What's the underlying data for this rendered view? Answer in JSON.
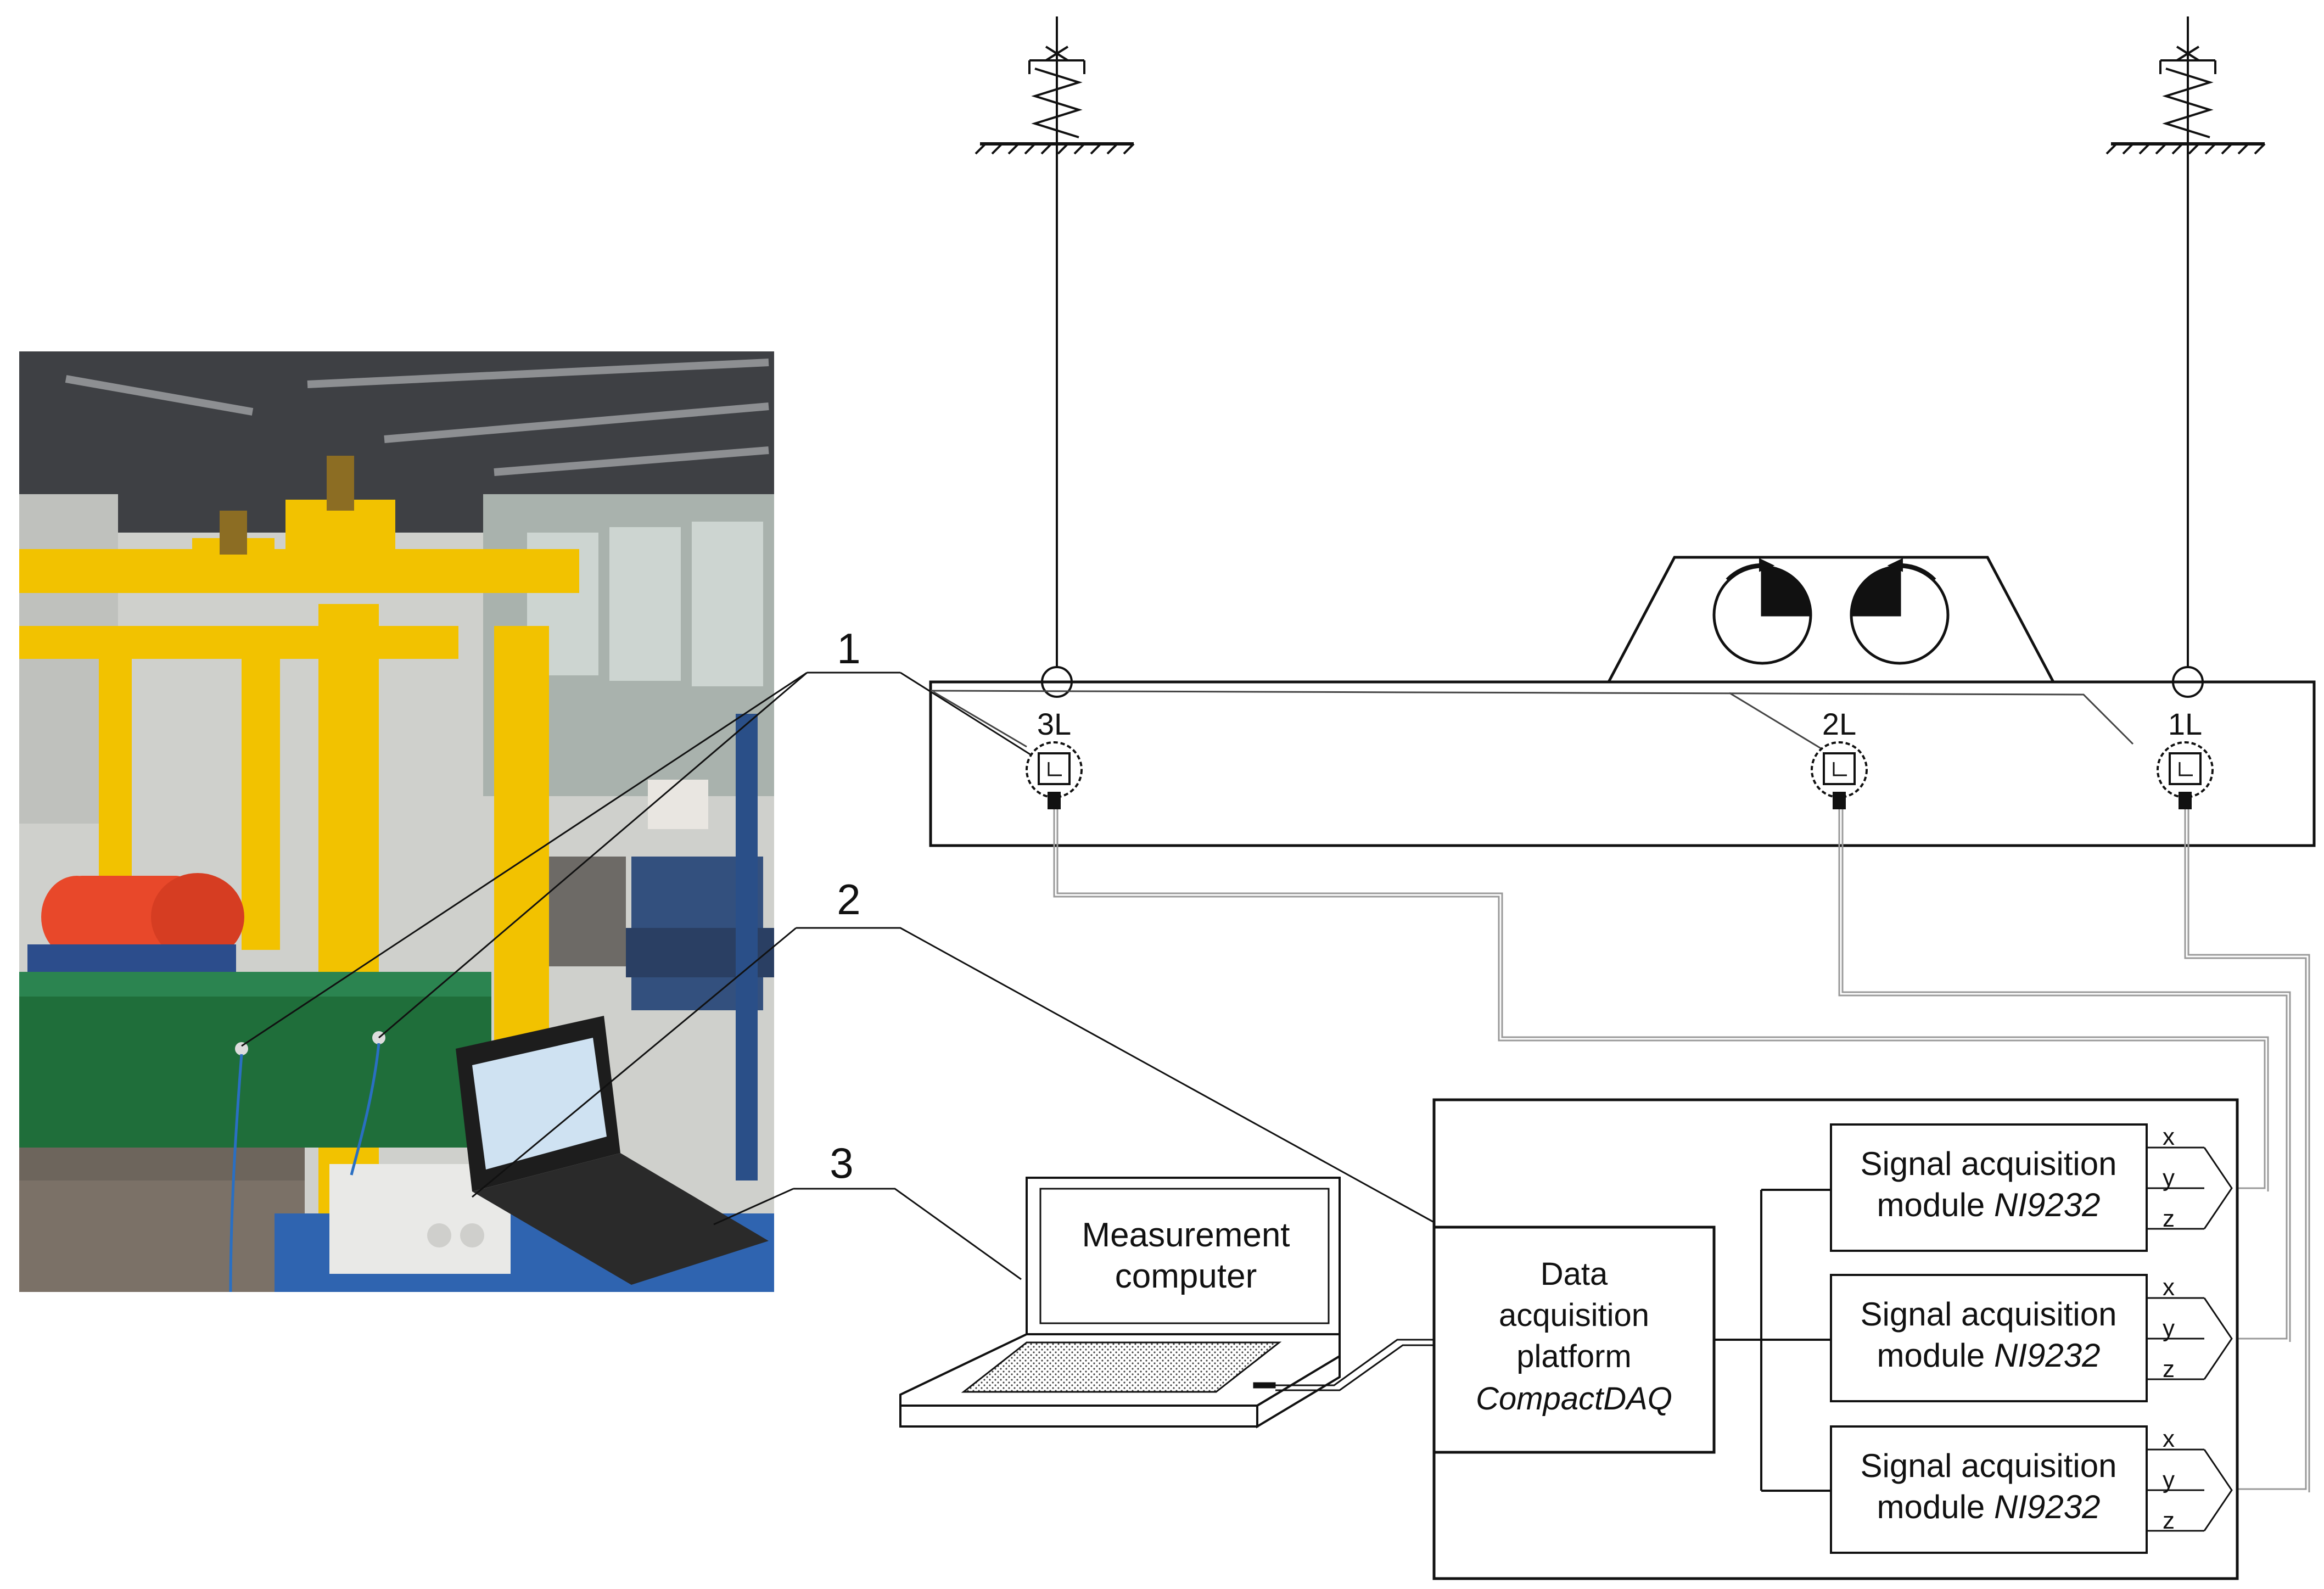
{
  "callouts": [
    "1",
    "2",
    "3"
  ],
  "sensors": [
    "3L",
    "2L",
    "1L"
  ],
  "computer": {
    "line1": "Measurement",
    "line2": "computer"
  },
  "platform": {
    "line1": "Data",
    "line2": "acquisition",
    "line3": "platform",
    "line4": "CompactDAQ"
  },
  "modules": [
    {
      "line1": "Signal acquisition",
      "line2_prefix": "module ",
      "line2_model": "NI9232",
      "axes": [
        "x",
        "y",
        "z"
      ]
    },
    {
      "line1": "Signal acquisition",
      "line2_prefix": "module ",
      "line2_model": "NI9232",
      "axes": [
        "x",
        "y",
        "z"
      ]
    },
    {
      "line1": "Signal acquisition",
      "line2_prefix": "module ",
      "line2_model": "NI9232",
      "axes": [
        "x",
        "y",
        "z"
      ]
    }
  ],
  "colors": {
    "frame_yellow": "#f2c200",
    "trough_green": "#1f6e3a",
    "vibrator_orange": "#e8482a",
    "floor_grey": "#6d655c",
    "line": "#111111",
    "cable": "#9a9a9a"
  }
}
